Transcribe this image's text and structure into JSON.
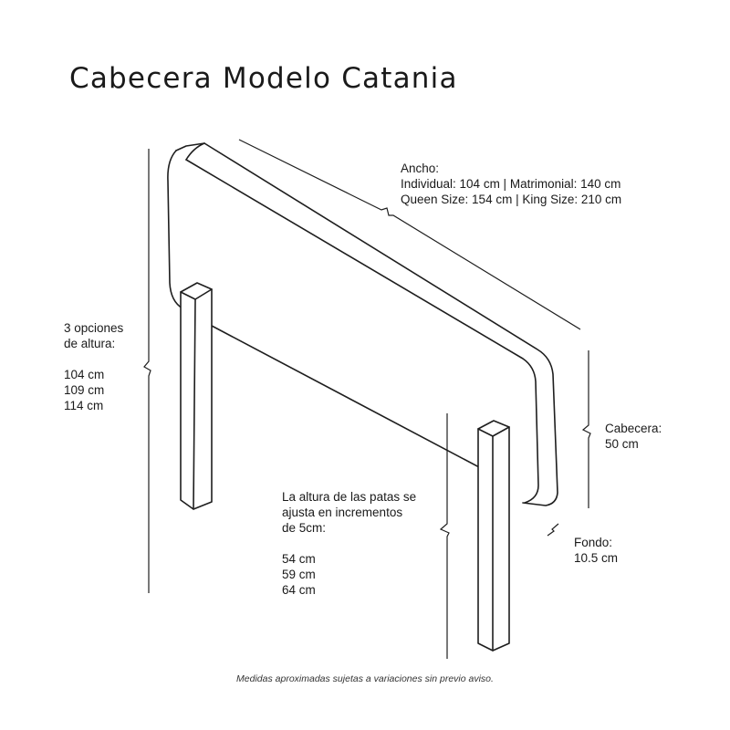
{
  "title": "Cabecera Modelo Catania",
  "ancho": {
    "heading": "Ancho:",
    "line1": "Individual: 104 cm | Matrimonial: 140 cm",
    "line2": "Queen Size: 154 cm | King Size: 210 cm"
  },
  "altura": {
    "heading1": "3 opciones",
    "heading2": "de altura:",
    "options": [
      "104 cm",
      "109 cm",
      "114 cm"
    ]
  },
  "cabecera": {
    "heading": "Cabecera:",
    "value": "50 cm"
  },
  "fondo": {
    "heading": "Fondo:",
    "value": "10.5 cm"
  },
  "patas": {
    "line1": "La altura de las patas se",
    "line2": "ajusta en incrementos",
    "line3": "de 5cm:",
    "options": [
      "54 cm",
      "59 cm",
      "64 cm"
    ]
  },
  "footnote": "Medidas aproximadas sujetas a variaciones sin previo aviso."
}
